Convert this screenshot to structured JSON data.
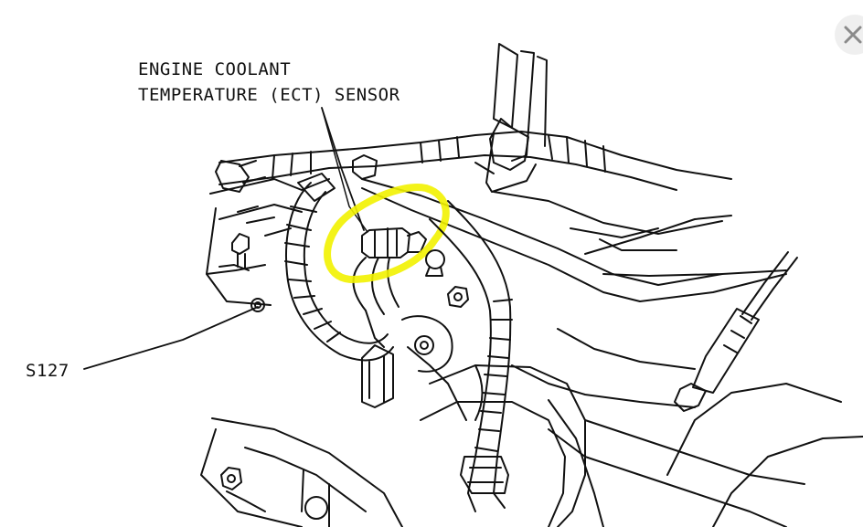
{
  "labels": {
    "ect_line1": "ENGINE COOLANT",
    "ect_line2": "TEMPERATURE (ECT) SENSOR",
    "splice": "S127"
  },
  "colors": {
    "highlight": "#f2f200",
    "ink": "#111111",
    "close_button_bg": "#efefef",
    "close_icon": "#8a8a8a"
  },
  "icons": {
    "close": "close-icon"
  }
}
